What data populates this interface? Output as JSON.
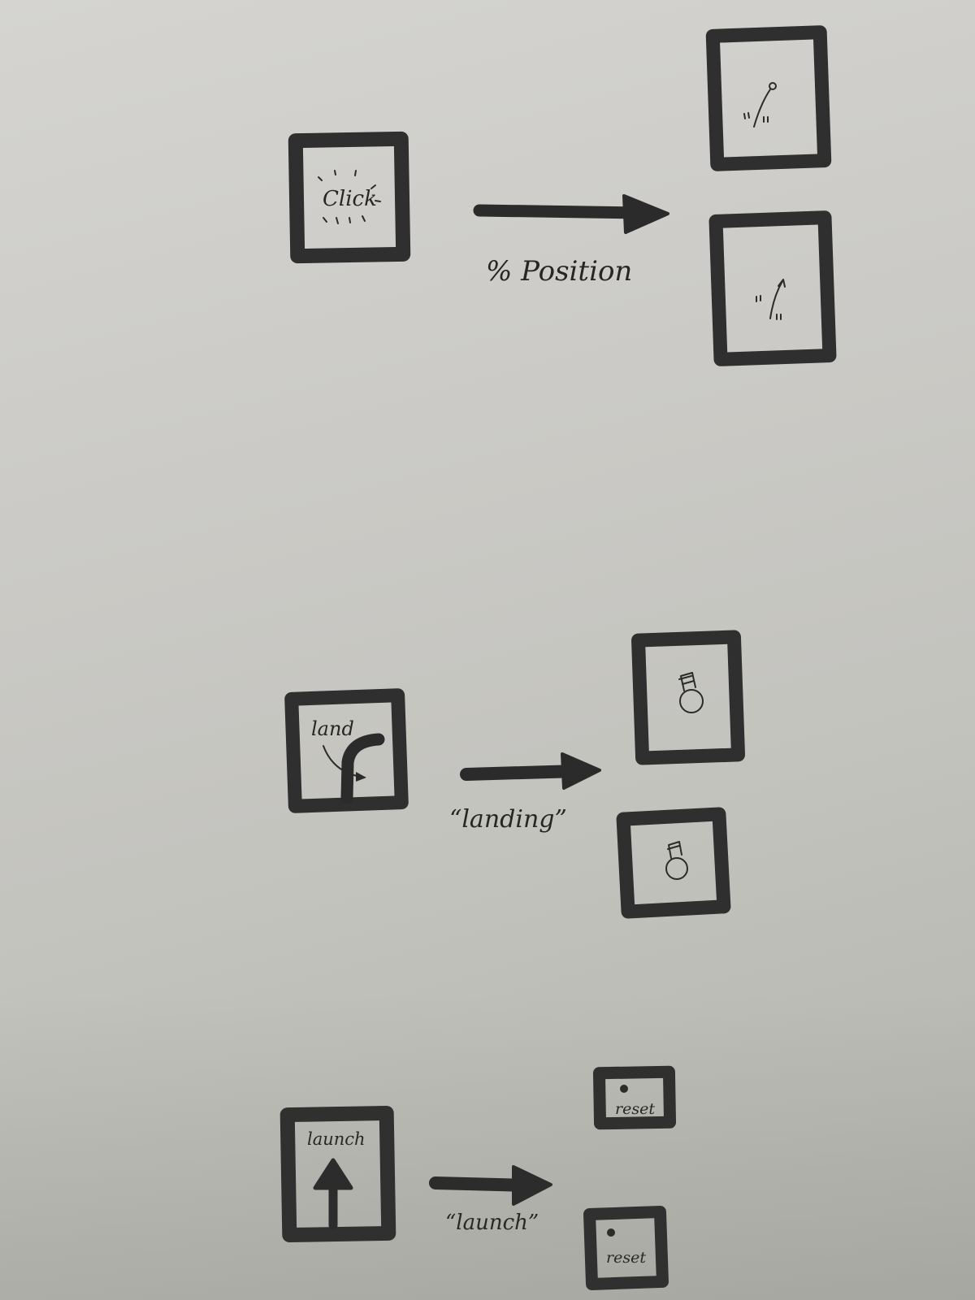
{
  "rows": [
    {
      "id": "click",
      "source_label": "Click",
      "transition_label": "% Position"
    },
    {
      "id": "land",
      "source_label": "land",
      "transition_label": "“landing”"
    },
    {
      "id": "launch",
      "source_label": "launch",
      "transition_label": "“launch”",
      "targets": [
        {
          "label": "reset"
        },
        {
          "label": "reset"
        }
      ]
    }
  ],
  "colors": {
    "ink": "#2b2b2b",
    "paper": "#cfcecb"
  }
}
